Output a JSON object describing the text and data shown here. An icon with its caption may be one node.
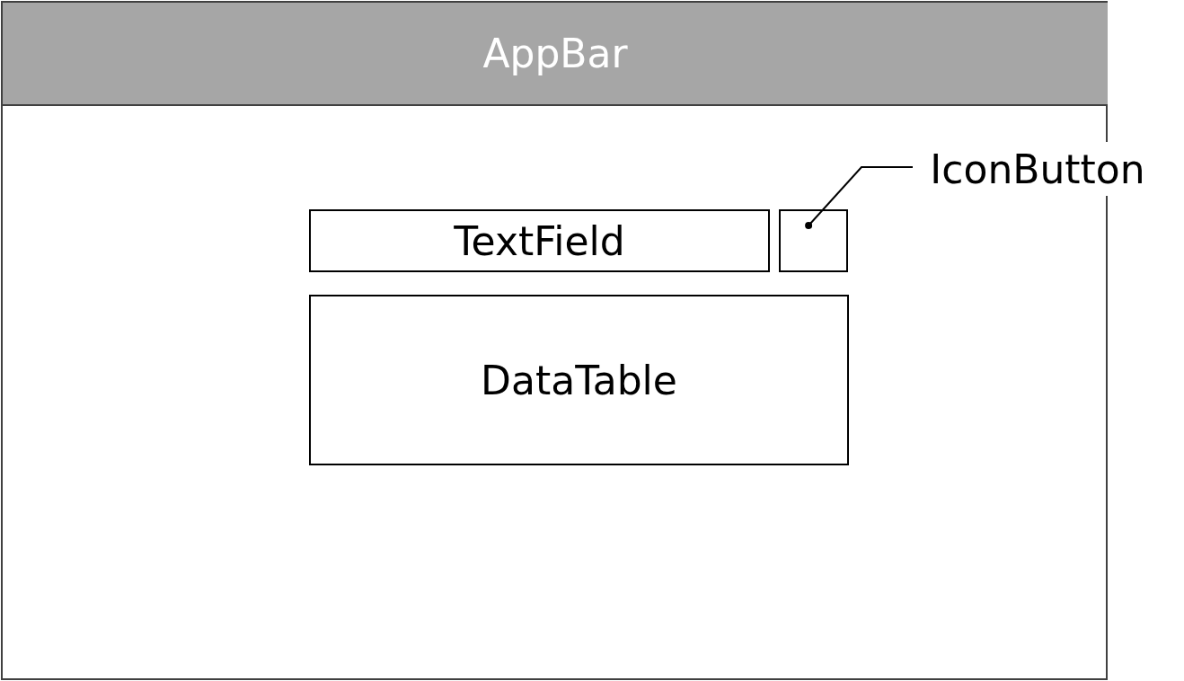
{
  "diagram": {
    "nodes": [
      {
        "text": [],
        "shape": "box"
      },
      {
        "text": [
          "AppBar"
        ],
        "in": 0
      },
      {
        "text": [
          "TextField"
        ],
        "in": 0
      },
      {
        "text": [],
        "shape": "box",
        "in": 0
      },
      {
        "text": [
          "DataTable"
        ],
        "in": 0
      },
      {
        "text": [
          "IconButton"
        ]
      }
    ],
    "edges": [
      {
        "from": 5,
        "to": 3,
        "arrow": "other"
      }
    ]
  }
}
